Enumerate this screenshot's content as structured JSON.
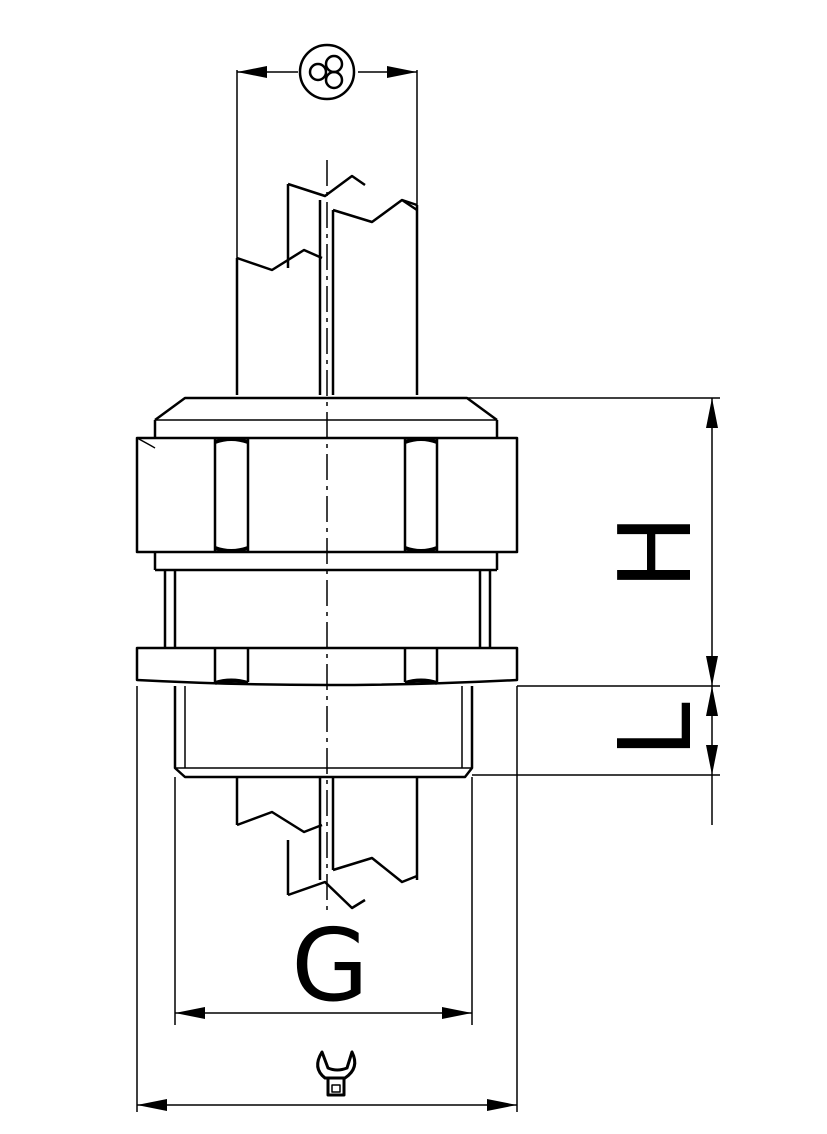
{
  "drawing": {
    "title": "",
    "dimension_labels": {
      "height": "H",
      "thread_length": "L",
      "thread": "G"
    },
    "icons": [
      "cable-cores-icon",
      "wrench-size-icon"
    ],
    "colors": {
      "line": "#000000",
      "background": "#ffffff"
    }
  }
}
